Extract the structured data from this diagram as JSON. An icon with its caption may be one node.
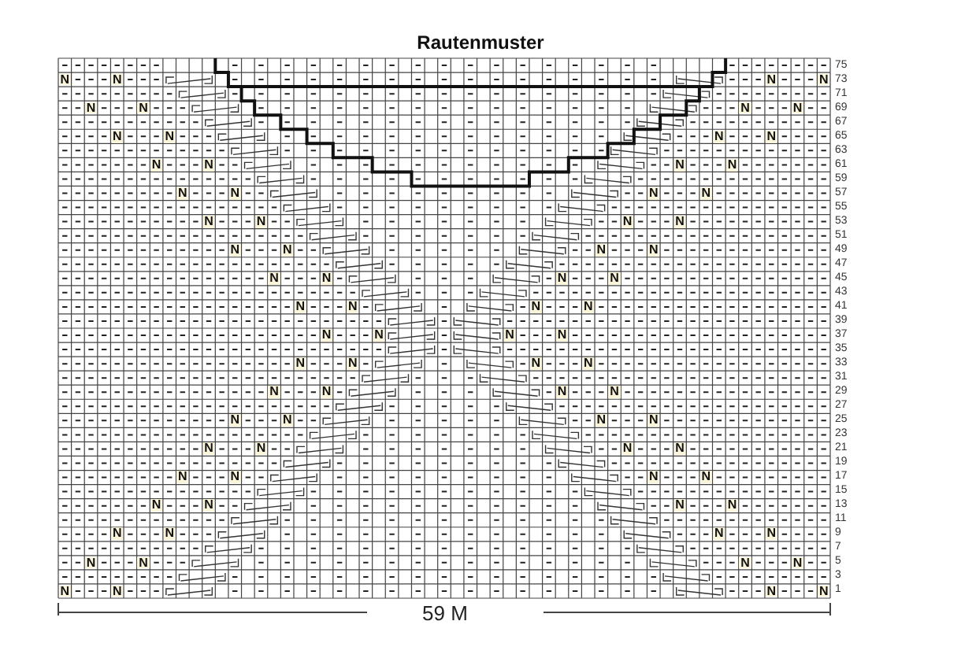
{
  "diagram": {
    "title": "Rautenmuster",
    "labels": [
      "75",
      "N",
      "N",
      "N",
      "N",
      "73",
      "71",
      "N",
      "N",
      "N",
      "N",
      "69",
      "67",
      "N",
      "N",
      "N",
      "N",
      "65",
      "63",
      "N",
      "N",
      "N",
      "N",
      "61",
      "59",
      "N",
      "N",
      "N",
      "N",
      "57",
      "55",
      "N",
      "N",
      "N",
      "N",
      "53",
      "51",
      "N",
      "N",
      "N",
      "N",
      "49",
      "47",
      "N",
      "N",
      "N",
      "N",
      "45",
      "43",
      "N",
      "N",
      "N",
      "N",
      "41",
      "39",
      "N",
      "N",
      "N",
      "N",
      "37",
      "35",
      "N",
      "N",
      "N",
      "N",
      "33",
      "31",
      "N",
      "N",
      "N",
      "N",
      "29",
      "27",
      "N",
      "N",
      "N",
      "N",
      "25",
      "23",
      "N",
      "N",
      "N",
      "N",
      "21",
      "19",
      "N",
      "N",
      "N",
      "N",
      "17",
      "15",
      "N",
      "N",
      "N",
      "N",
      "13",
      "11",
      "N",
      "N",
      "N",
      "N",
      "9",
      "7",
      "N",
      "N",
      "N",
      "N",
      "5",
      "3",
      "N",
      "N",
      "N",
      "N",
      "1",
      "59 M"
    ]
  }
}
